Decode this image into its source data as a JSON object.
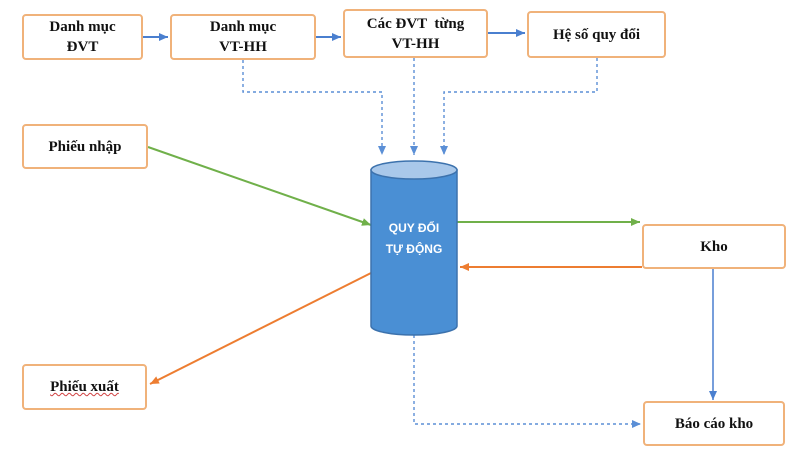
{
  "nodes": {
    "danh_muc_dvt": {
      "lines": [
        "Danh mục",
        "ĐVT"
      ]
    },
    "danh_muc_vthh": {
      "lines": [
        "Danh mục",
        "VT-HH"
      ]
    },
    "cac_dvt_tung": {
      "lines": [
        "Các ĐVT  từng",
        "VT-HH"
      ]
    },
    "he_so_quy_doi": {
      "lines": [
        "Hệ số quy đổi"
      ]
    },
    "phieu_nhap": {
      "lines": [
        "Phiếu nhập"
      ]
    },
    "phieu_xuat": {
      "lines": [
        "Phiếu xuất"
      ]
    },
    "kho": {
      "lines": [
        "Kho"
      ]
    },
    "bao_cao_kho": {
      "lines": [
        "Báo cáo kho"
      ]
    },
    "quy_doi_tu_dong": {
      "lines": [
        "QUY ĐỔI",
        "TỰ ĐỘNG"
      ]
    }
  },
  "colors": {
    "box_border": "#f0b27a",
    "cylinder_fill": "#4a8fd4",
    "cylinder_top": "#a9c8ea",
    "flow_blue": "#4a7fcf",
    "flow_green": "#70b04a",
    "flow_orange": "#ed7d31",
    "dotted_blue": "#5b8fd6"
  }
}
